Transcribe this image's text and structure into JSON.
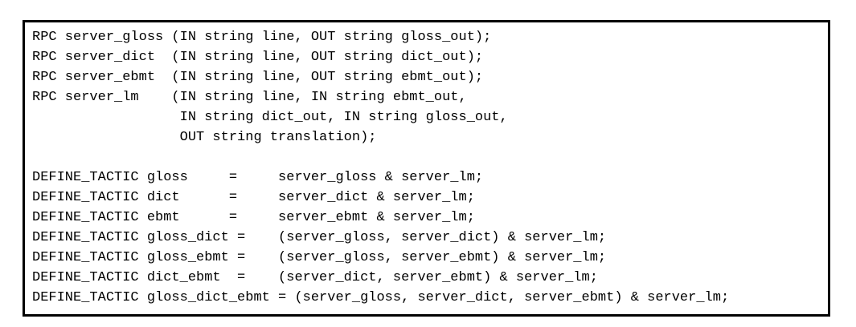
{
  "figure": {
    "colors": {
      "background": "#ffffff",
      "border": "#000000",
      "text": "#000000"
    },
    "code": {
      "lines": [
        "RPC server_gloss (IN string line, OUT string gloss_out);",
        "RPC server_dict  (IN string line, OUT string dict_out);",
        "RPC server_ebmt  (IN string line, OUT string ebmt_out);",
        "RPC server_lm    (IN string line, IN string ebmt_out,",
        "                  IN string dict_out, IN string gloss_out,",
        "                  OUT string translation);",
        "",
        "DEFINE_TACTIC gloss     =     server_gloss & server_lm;",
        "DEFINE_TACTIC dict      =     server_dict & server_lm;",
        "DEFINE_TACTIC ebmt      =     server_ebmt & server_lm;",
        "DEFINE_TACTIC gloss_dict =    (server_gloss, server_dict) & server_lm;",
        "DEFINE_TACTIC gloss_ebmt =    (server_gloss, server_ebmt) & server_lm;",
        "DEFINE_TACTIC dict_ebmt  =    (server_dict, server_ebmt) & server_lm;",
        "DEFINE_TACTIC gloss_dict_ebmt = (server_gloss, server_dict, server_ebmt) & server_lm;"
      ]
    }
  }
}
